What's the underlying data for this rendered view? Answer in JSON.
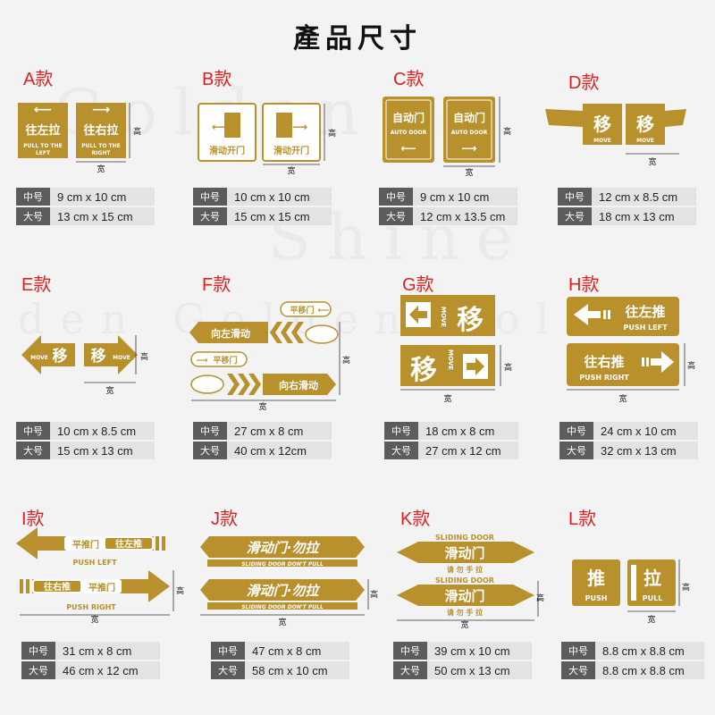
{
  "title": "產品尺寸",
  "dim_labels": {
    "height": "高",
    "width": "宽"
  },
  "size_tags": {
    "medium": "中号",
    "large": "大号"
  },
  "colors": {
    "gold": "#b8902c",
    "label_red": "#e02020",
    "tag_bg": "#5c5c5c",
    "value_bg": "#e3e3e3"
  },
  "products": [
    {
      "label": "A款",
      "sizes": [
        "9 cm x 10 cm",
        "13 cm x 15 cm"
      ],
      "sign_text": [
        "往左拉",
        "PULL TO THE",
        "LEFT",
        "往右拉",
        "PULL TO THE",
        "RIGHT"
      ]
    },
    {
      "label": "B款",
      "sizes": [
        "10 cm x 10 cm",
        "15 cm x 15 cm"
      ],
      "sign_text": [
        "滑动开门",
        "滑动开门"
      ]
    },
    {
      "label": "C款",
      "sizes": [
        "9 cm x 10 cm",
        "12 cm x 13.5 cm"
      ],
      "sign_text": [
        "自动门",
        "AUTO DOOR",
        "自动门",
        "AUTO DOOR"
      ]
    },
    {
      "label": "D款",
      "sizes": [
        "12 cm x 8.5 cm",
        "18 cm x 13 cm"
      ],
      "sign_text": [
        "移",
        "MOVE",
        "移",
        "MOVE"
      ]
    },
    {
      "label": "E款",
      "sizes": [
        "10 cm x 8.5 cm",
        "15 cm x 13 cm"
      ],
      "sign_text": [
        "MOVE",
        "移",
        "移",
        "MOVE"
      ]
    },
    {
      "label": "F款",
      "sizes": [
        "27 cm x 8 cm",
        "40 cm x 12cm"
      ],
      "sign_text": [
        "平移门",
        "向左滑动",
        "平移门",
        "向右滑动"
      ]
    },
    {
      "label": "G款",
      "sizes": [
        "18 cm x 8 cm",
        "27 cm x 12 cm"
      ],
      "sign_text": [
        "MOVE",
        "移",
        "移",
        "MOVE"
      ]
    },
    {
      "label": "H款",
      "sizes": [
        "24 cm x 10 cm",
        "32 cm x 13 cm"
      ],
      "sign_text": [
        "往左推",
        "PUSH LEFT",
        "往右推",
        "PUSH RIGHT"
      ]
    },
    {
      "label": "I款",
      "sizes": [
        "31 cm x 8 cm",
        "46 cm x 12 cm"
      ],
      "sign_text": [
        "平推门",
        "往左推",
        "PUSH   LEFT",
        "往右推",
        "平推门",
        "PUSH   RIGHT"
      ]
    },
    {
      "label": "J款",
      "sizes": [
        "47 cm x 8 cm",
        "58 cm x 10 cm"
      ],
      "sign_text": [
        "滑动门·勿拉",
        "SLIDING DOOR DON'T PULL",
        "滑动门·勿拉",
        "SLIDING DOOR DON'T PULL"
      ]
    },
    {
      "label": "K款",
      "sizes": [
        "39 cm x 10 cm",
        "50 cm x 13 cm"
      ],
      "sign_text": [
        "SLIDING DOOR",
        "滑动门",
        "请 勿 手 拉",
        "SLIDING DOOR",
        "滑动门",
        "请 勿 手 拉"
      ]
    },
    {
      "label": "L款",
      "sizes": [
        "8.8 cm x 8.8 cm",
        "8.8 cm x 8.8 cm"
      ],
      "sign_text": [
        "推",
        "PUSH",
        "拉",
        "PULL"
      ]
    }
  ]
}
